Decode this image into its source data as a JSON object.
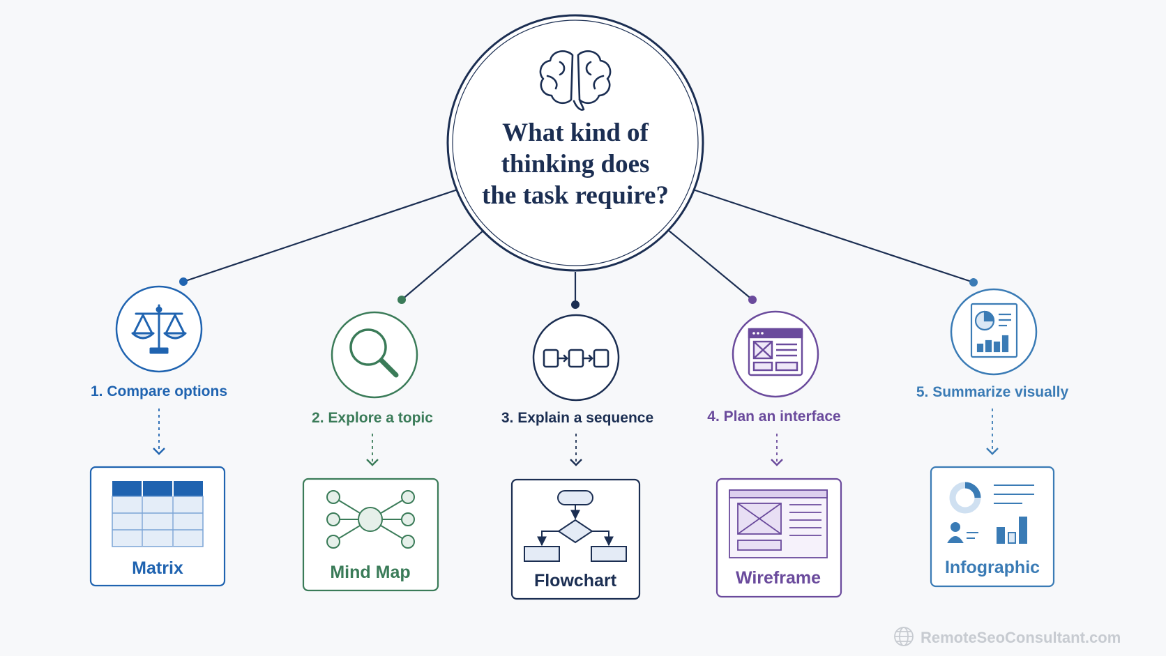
{
  "question": {
    "lines": [
      "What kind of",
      "thinking does",
      "the task require?"
    ]
  },
  "branches": [
    {
      "step": "1. Compare options",
      "output": "Matrix",
      "color": "#1f63b0",
      "icon": "scales-icon",
      "output_icon": "matrix-table-icon"
    },
    {
      "step": "2. Explore a topic",
      "output": "Mind Map",
      "color": "#3a7b58",
      "icon": "magnifier-icon",
      "output_icon": "mind-map-icon"
    },
    {
      "step": "3. Explain a sequence",
      "output": "Flowchart",
      "color": "#1b2e52",
      "icon": "sequence-boxes-icon",
      "output_icon": "flowchart-icon"
    },
    {
      "step": "4. Plan an interface",
      "output": "Wireframe",
      "color": "#6a4a9c",
      "icon": "browser-window-icon",
      "output_icon": "wireframe-icon"
    },
    {
      "step": "5. Summarize visually",
      "output": "Infographic",
      "color": "#3a7bb5",
      "icon": "report-chart-icon",
      "output_icon": "infographic-icon"
    }
  ],
  "watermark": {
    "text": "RemoteSeoConsultant.com",
    "icon": "globe-icon"
  }
}
